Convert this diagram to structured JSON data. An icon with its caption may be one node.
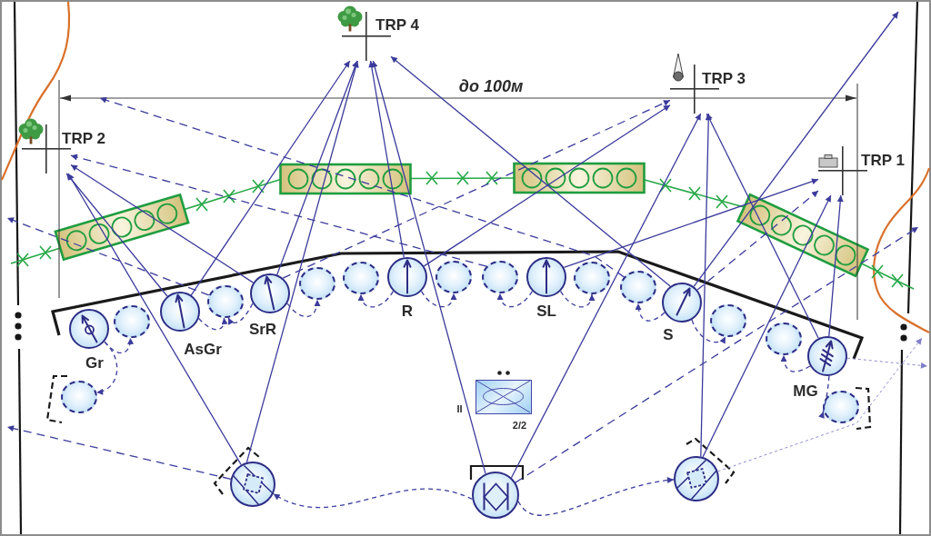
{
  "diagram": {
    "nodes": [
      {
        "text": [
          "TRP 4"
        ]
      },
      {
        "text": [
          "TRP 3"
        ]
      },
      {
        "text": [
          "TRP 2"
        ]
      },
      {
        "text": [
          "TRP 1"
        ]
      },
      {
        "text": [
          "Gr"
        ]
      },
      {
        "text": [],
        "shape": "circle"
      },
      {
        "text": [
          "AsGr"
        ]
      },
      {
        "text": [],
        "shape": "circle"
      },
      {
        "text": [
          "SrR"
        ]
      },
      {
        "text": [],
        "shape": "circle"
      },
      {
        "text": [],
        "shape": "circle"
      },
      {
        "text": [
          "R"
        ]
      },
      {
        "text": [],
        "shape": "circle"
      },
      {
        "text": [],
        "shape": "circle"
      },
      {
        "text": [
          "SL"
        ]
      },
      {
        "text": [],
        "shape": "circle"
      },
      {
        "text": [],
        "shape": "circle"
      },
      {
        "text": [
          "S"
        ]
      },
      {
        "text": [],
        "shape": "circle"
      },
      {
        "text": [],
        "shape": "circle"
      },
      {
        "text": [
          "MG"
        ]
      },
      {
        "text": [],
        "shape": "circle"
      },
      {
        "text": [],
        "shape": "box",
        "beside": [
          "II",
          "2/2"
        ]
      },
      {
        "text": [],
        "shape": "circle"
      },
      {
        "text": [],
        "shape": "circle"
      },
      {
        "text": [],
        "shape": "circle"
      },
      {
        "text": [],
        "shape": "circle"
      }
    ],
    "edges": [
      {
        "from": 6,
        "to": 0,
        "arrow": "to"
      },
      {
        "from": 8,
        "to": 0,
        "arrow": "to"
      },
      {
        "from": 24,
        "to": 0,
        "arrow": "to"
      },
      {
        "from": 11,
        "to": 0,
        "arrow": "to"
      },
      {
        "from": 25,
        "to": 0,
        "arrow": "to"
      },
      {
        "from": 17,
        "to": 0,
        "arrow": "to"
      },
      {
        "from": 11,
        "to": 1,
        "arrow": "to"
      },
      {
        "from": 25,
        "to": 1,
        "arrow": "to"
      },
      {
        "from": 26,
        "to": 1,
        "arrow": "to"
      },
      {
        "from": 20,
        "to": 1,
        "arrow": "to"
      },
      {
        "from": 8,
        "to": 1,
        "arrow": "to",
        "style": "dashed"
      },
      {
        "from": 24,
        "to": 2,
        "arrow": "to"
      },
      {
        "from": 6,
        "to": 2,
        "arrow": "to"
      },
      {
        "from": 8,
        "to": 2,
        "arrow": "to"
      },
      {
        "from": 13,
        "to": 2,
        "arrow": "to",
        "style": "dashed"
      },
      {
        "from": 14,
        "to": 3,
        "arrow": "to"
      },
      {
        "from": 26,
        "to": 3,
        "arrow": "to"
      },
      {
        "from": 20,
        "to": 3,
        "arrow": "to"
      },
      {
        "from": 17,
        "to": 3,
        "arrow": "to",
        "style": "dashed"
      },
      {
        "from": 17,
        "to": null,
        "arrow": "to"
      },
      {
        "from": 16,
        "to": null,
        "arrow": "to",
        "style": "dashed"
      },
      {
        "from": 25,
        "to": null,
        "arrow": "to",
        "style": "dashed"
      },
      {
        "from": 26,
        "to": null,
        "arrow": "to",
        "style": "dashed",
        "color": "#8080c8"
      },
      {
        "from": 20,
        "to": null,
        "arrow": "to",
        "style": "dashed",
        "color": "#8080c8"
      },
      {
        "from": 24,
        "to": null,
        "arrow": "to",
        "style": "dashed"
      },
      {
        "from": 7,
        "to": null,
        "arrow": "to",
        "style": "dashed"
      },
      {
        "from": 4,
        "to": 5,
        "arrow": "to",
        "style": "dashed"
      },
      {
        "from": 4,
        "to": 21,
        "arrow": "to",
        "style": "dashed"
      },
      {
        "from": 6,
        "to": 7,
        "arrow": "to",
        "style": "dashed"
      },
      {
        "from": 8,
        "to": 7,
        "arrow": "to",
        "style": "dashed"
      },
      {
        "from": 8,
        "to": 9,
        "arrow": "to",
        "style": "dashed"
      },
      {
        "from": 11,
        "to": 10,
        "arrow": "to",
        "style": "dashed"
      },
      {
        "from": 11,
        "to": 12,
        "arrow": "to",
        "style": "dashed"
      },
      {
        "from": 14,
        "to": 13,
        "arrow": "to",
        "style": "dashed"
      },
      {
        "from": 14,
        "to": 15,
        "arrow": "to",
        "style": "dashed"
      },
      {
        "from": 17,
        "to": 16,
        "arrow": "to",
        "style": "dashed"
      },
      {
        "from": 17,
        "to": 18,
        "arrow": "to",
        "style": "dashed"
      },
      {
        "from": 20,
        "to": 19,
        "arrow": "to",
        "style": "dashed"
      },
      {
        "from": 20,
        "to": 23,
        "arrow": "to",
        "style": "dashed"
      },
      {
        "from": 25,
        "to": 24,
        "arrow": "to",
        "style": "dashed"
      },
      {
        "from": 25,
        "to": 26,
        "arrow": "to",
        "style": "dashed"
      }
    ],
    "labels": [
      "до 100м"
    ]
  }
}
